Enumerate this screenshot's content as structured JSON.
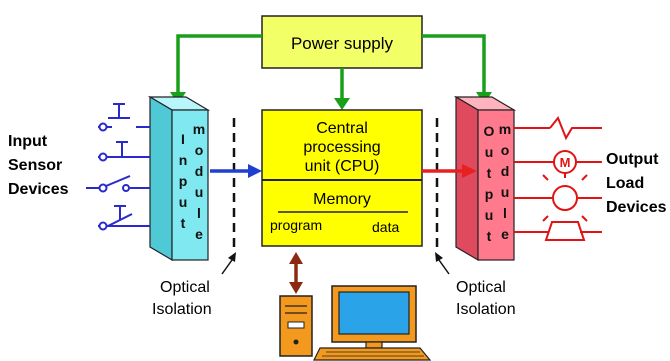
{
  "power_supply": {
    "label": "Power supply"
  },
  "input_module": {
    "letters": [
      "I",
      "n",
      "p",
      "u",
      "t",
      "m",
      "o",
      "d",
      "u",
      "l",
      "e"
    ]
  },
  "output_module": {
    "letters": [
      "O",
      "u",
      "t",
      "p",
      "u",
      "t",
      "m",
      "o",
      "d",
      "u",
      "l",
      "e"
    ]
  },
  "cpu": {
    "line1": "Central",
    "line2": "processing",
    "line3": "unit (CPU)",
    "memory_label": "Memory",
    "program_label": "program",
    "data_label": "data"
  },
  "input_devices": {
    "line1": "Input",
    "line2": "Sensor",
    "line3": "Devices"
  },
  "output_devices": {
    "line1": "Output",
    "line2": "Load",
    "line3": "Devices"
  },
  "isolation_left": {
    "line1": "Optical",
    "line2": "Isolation"
  },
  "isolation_right": {
    "line1": "Optical",
    "line2": "Isolation"
  },
  "motor_symbol": "M",
  "colors": {
    "power_fill": "#f2ff66",
    "cpu_fill": "#ffff00",
    "input_front": "#7fe8f0",
    "input_side": "#4fc9d6",
    "input_top": "#b9f6fb",
    "output_front": "#ff7a8c",
    "output_side": "#e04a5f",
    "output_top": "#ffb3bf",
    "green_arrow": "#19a019",
    "blue_arrow": "#1f3fd0",
    "red_arrow": "#e82020",
    "brown_arrow": "#8b2a10",
    "sensor_blue": "#2a2acc",
    "output_red": "#e01414",
    "computer_orange": "#f39a1e"
  }
}
